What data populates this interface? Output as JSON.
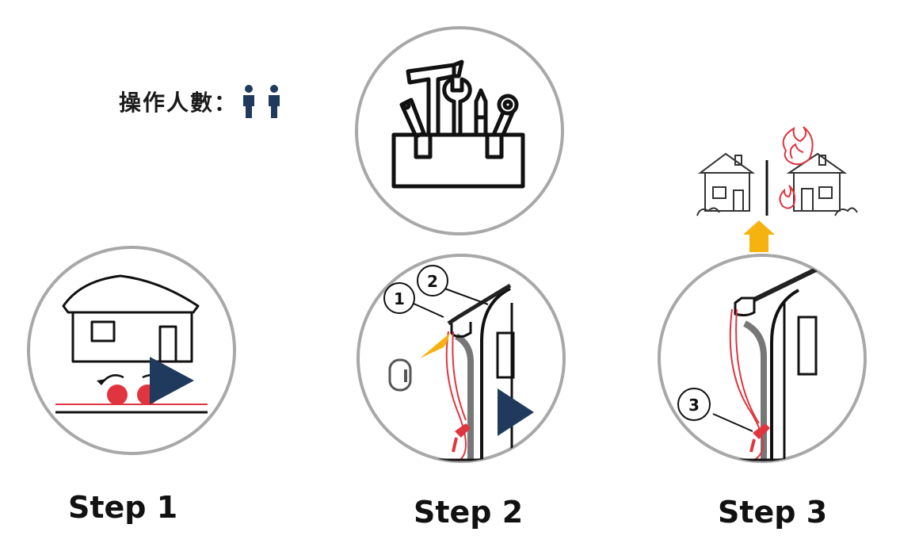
{
  "operators": {
    "label": "操作人數：",
    "icon": "person-icon",
    "count": 2
  },
  "steps": [
    {
      "label": "Step 1"
    },
    {
      "label": "Step 2",
      "callouts": [
        "1",
        "2"
      ]
    },
    {
      "label": "Step 3",
      "callouts": [
        "3"
      ]
    }
  ],
  "colors": {
    "navy": "#1f3a5c",
    "red": "#e0353f",
    "yellow": "#f6b20f",
    "ring": "#a8a8a8"
  }
}
